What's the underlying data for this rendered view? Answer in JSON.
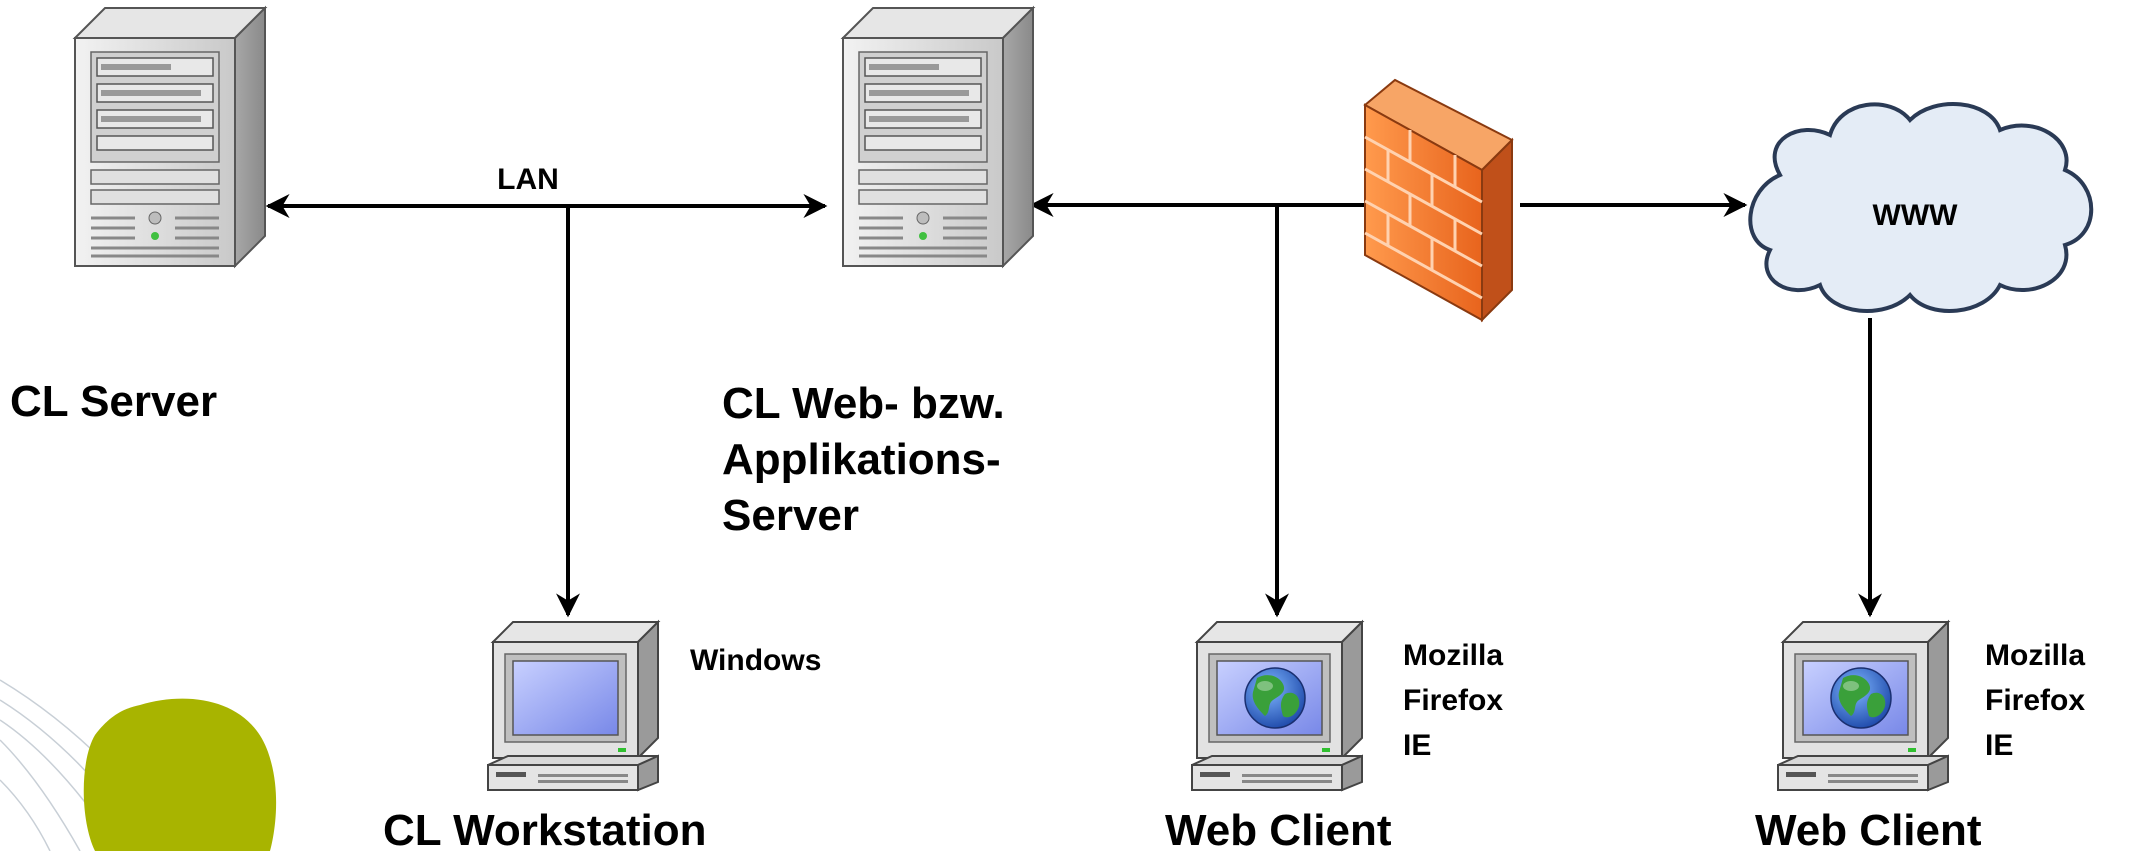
{
  "nodes": {
    "cl_server": {
      "label": "CL Server"
    },
    "web_app_server": {
      "label_lines": [
        "CL Web- bzw.",
        "Applikations-",
        "Server"
      ]
    },
    "workstation": {
      "label": "CL Workstation",
      "os": "Windows"
    },
    "web_client_intranet": {
      "label": "Web Client",
      "browsers": [
        "Mozilla",
        "Firefox",
        "IE"
      ]
    },
    "web_client_internet": {
      "label": "Web Client",
      "browsers": [
        "Mozilla",
        "Firefox",
        "IE"
      ]
    },
    "cloud": {
      "label": "WWW"
    },
    "firewall": {
      "label": ""
    }
  },
  "connections": {
    "lan_label": "LAN"
  },
  "colors": {
    "line": "#000000",
    "server_body": "#d8d8d8",
    "firewall_orange": "#f08030",
    "cloud_fill": "#e4ecf6",
    "cloud_stroke": "#2a3a55",
    "monitor_screen": "#8a9cf0",
    "globe_blue": "#2f62c8",
    "globe_green": "#3a9a3a",
    "deco_olive": "#a8b400"
  },
  "icons": [
    "server-icon",
    "firewall-icon",
    "cloud-icon",
    "computer-icon",
    "globe-icon",
    "decorative-blob"
  ]
}
